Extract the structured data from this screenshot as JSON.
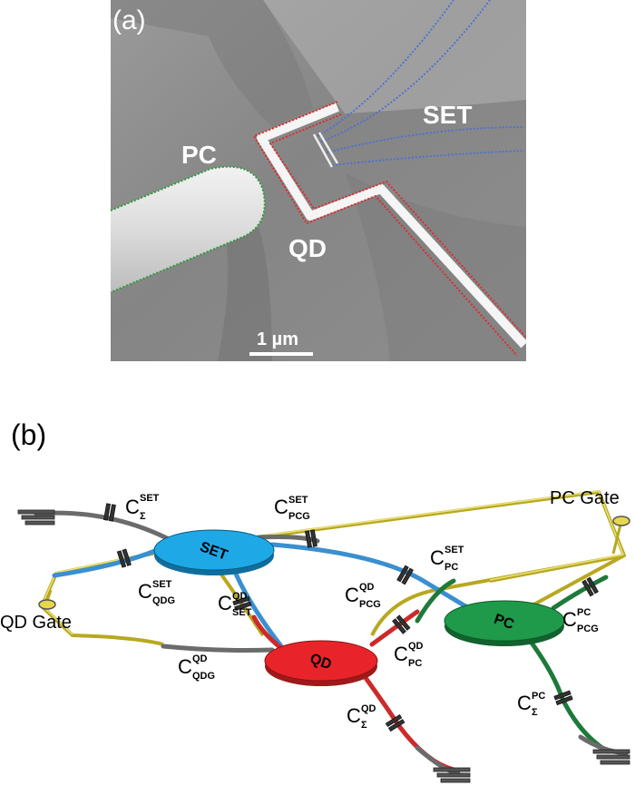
{
  "panel_a": {
    "label": "(a)",
    "labels": {
      "pc": "PC",
      "qd": "QD",
      "set": "SET"
    },
    "scalebar": "1 µm",
    "outline_colors": {
      "pc": "#2e9b3a",
      "qd": "#e02a2a",
      "set": "#4a6fd8"
    }
  },
  "panel_b": {
    "label": "(b)",
    "gates": {
      "pc_gate": "PC Gate",
      "qd_gate": "QD Gate"
    },
    "nodes": {
      "set": {
        "label": "SET",
        "color": "#1fa8e6"
      },
      "qd": {
        "label": "QD",
        "color": "#e8242a"
      },
      "pc": {
        "label": "PC",
        "color": "#1e9a4a"
      }
    },
    "capacitors": [
      {
        "id": "c-sigma-set",
        "main": "C",
        "sub": "Σ",
        "sup": "SET"
      },
      {
        "id": "c-pcg-set",
        "main": "C",
        "sub": "PCG",
        "sup": "SET"
      },
      {
        "id": "c-qdg-set",
        "main": "C",
        "sub": "QDG",
        "sup": "SET"
      },
      {
        "id": "c-set-qd",
        "main": "C",
        "sub": "SET",
        "sup": "QD"
      },
      {
        "id": "c-pc-set",
        "main": "C",
        "sub": "PC",
        "sup": "SET"
      },
      {
        "id": "c-pcg-qd",
        "main": "C",
        "sub": "PCG",
        "sup": "QD"
      },
      {
        "id": "c-pcg-pc",
        "main": "C",
        "sub": "PCG",
        "sup": "PC"
      },
      {
        "id": "c-pc-qd",
        "main": "C",
        "sub": "PC",
        "sup": "QD"
      },
      {
        "id": "c-qdg-qd",
        "main": "C",
        "sub": "QDG",
        "sup": "QD"
      },
      {
        "id": "c-sigma-pc",
        "main": "C",
        "sub": "Σ",
        "sup": "PC"
      },
      {
        "id": "c-sigma-qd",
        "main": "C",
        "sub": "Σ",
        "sup": "QD"
      }
    ]
  }
}
